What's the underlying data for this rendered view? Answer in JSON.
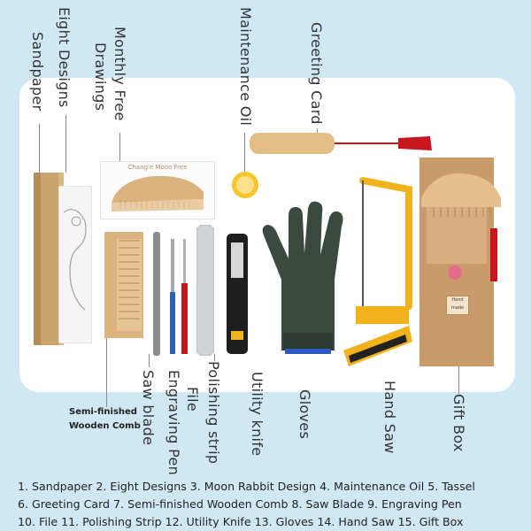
{
  "labels": {
    "sandpaper": "Sandpaper",
    "eight_designs": "Eight Designs",
    "monthly_free_drawings_line1": "Monthly Free",
    "monthly_free_drawings_line2": "Drawings",
    "maintenance_oil": "Maintenance Oil",
    "greeting_card": "Greeting Card",
    "semi_finished_line1": "Semi-finished",
    "semi_finished_line2": "Wooden Comb",
    "saw_blade": "Saw blade",
    "file_line1": "File",
    "file_line2": "Engraving Pen",
    "polishing_strip": "Polishing strip",
    "utility_knife": "Utility knife",
    "gloves": "Gloves",
    "hand_saw": "Hand Saw",
    "gift_box": "Gift Box"
  },
  "product_text": {
    "drawing_sheet_title": "Chang'e Moon Free",
    "gift_tag_line1": "Hand",
    "gift_tag_line2": "made"
  },
  "captions": [
    "1. Sandpaper 2. Eight Designs 3. Moon Rabbit Design 4. Maintenance Oil 5. Tassel",
    "6. Greeting Card 7. Semi-finished Wooden Comb 8. Saw Blade 9. Engraving Pen",
    "10. File 11. Polishing Strip 12. Utility Knife 13. Gloves 14. Hand Saw 15. Gift Box"
  ],
  "colors": {
    "background": "#cfe8f3",
    "board": "#ffffff",
    "wood": "#dcb27e",
    "kraft": "#c99a6a",
    "saw_frame": "#f2b21b",
    "tassel": "#c8161d",
    "knife_body": "#1f1f1f"
  }
}
